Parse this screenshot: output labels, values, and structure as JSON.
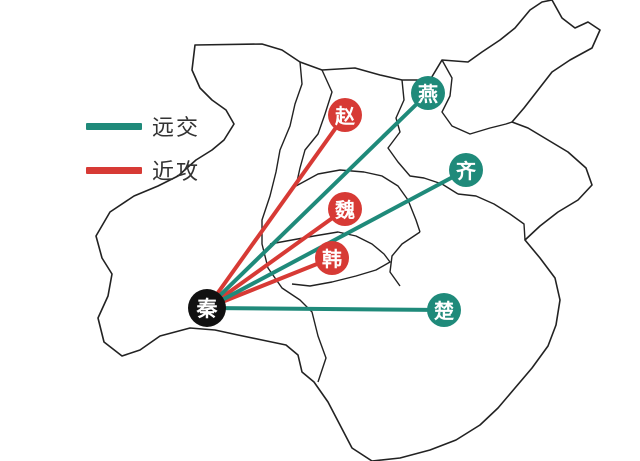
{
  "legend": {
    "alliance": {
      "label": "远交",
      "color": "#1f8a7a"
    },
    "attack": {
      "label": "近攻",
      "color": "#d73a35"
    }
  },
  "states": {
    "qin": {
      "label": "秦",
      "color": "#111111",
      "relation": "origin"
    },
    "zhao": {
      "label": "赵",
      "color": "#d73a35",
      "relation": "attack"
    },
    "wei": {
      "label": "魏",
      "color": "#d73a35",
      "relation": "attack"
    },
    "han": {
      "label": "韩",
      "color": "#d73a35",
      "relation": "attack"
    },
    "yan": {
      "label": "燕",
      "color": "#1f8a7a",
      "relation": "alliance"
    },
    "qi": {
      "label": "齐",
      "color": "#1f8a7a",
      "relation": "alliance"
    },
    "chu": {
      "label": "楚",
      "color": "#1f8a7a",
      "relation": "alliance"
    }
  },
  "colors": {
    "outline": "#222222",
    "background": "#ffffff"
  }
}
